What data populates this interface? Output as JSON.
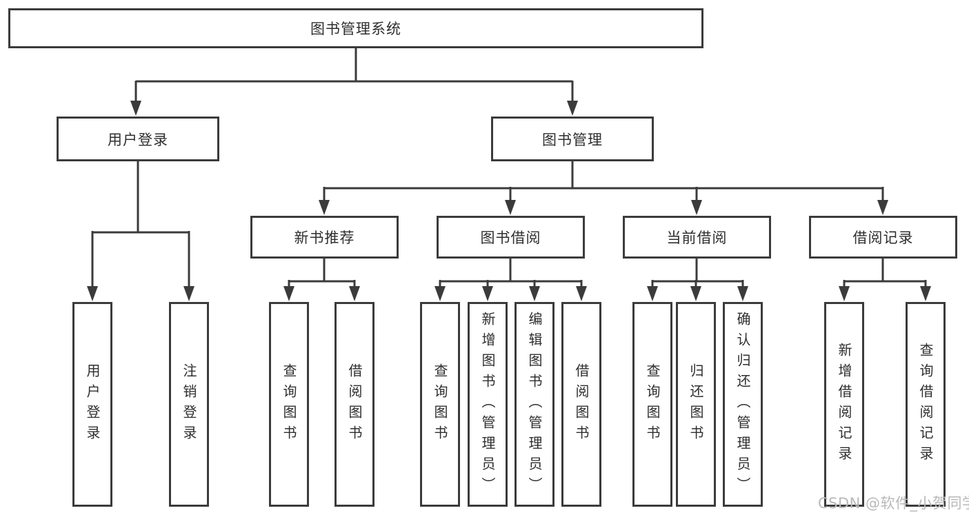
{
  "diagram": {
    "type": "hierarchy-tree",
    "root": {
      "label": "图书管理系统"
    },
    "children": [
      {
        "label": "用户登录",
        "children": [
          {
            "label": "用户登录"
          },
          {
            "label": "注销登录"
          }
        ]
      },
      {
        "label": "图书管理",
        "children": [
          {
            "label": "新书推荐",
            "children": [
              {
                "label": "查询图书"
              },
              {
                "label": "借阅图书"
              }
            ]
          },
          {
            "label": "图书借阅",
            "children": [
              {
                "label": "查询图书"
              },
              {
                "label": "新增图书（管理员）"
              },
              {
                "label": "编辑图书（管理员）"
              },
              {
                "label": "借阅图书"
              }
            ]
          },
          {
            "label": "当前借阅",
            "children": [
              {
                "label": "查询图书"
              },
              {
                "label": "归还图书"
              },
              {
                "label": "确认归还（管理员）"
              }
            ]
          },
          {
            "label": "借阅记录",
            "children": [
              {
                "label": "新增借阅记录"
              },
              {
                "label": "查询借阅记录"
              }
            ]
          }
        ]
      }
    ]
  },
  "watermark": {
    "text": "CSDN @软件_小贺同学"
  },
  "colors": {
    "line": "#3b3b3b",
    "text": "#2e2e2e",
    "watermark": "#b9b9b9",
    "background": "#ffffff"
  }
}
